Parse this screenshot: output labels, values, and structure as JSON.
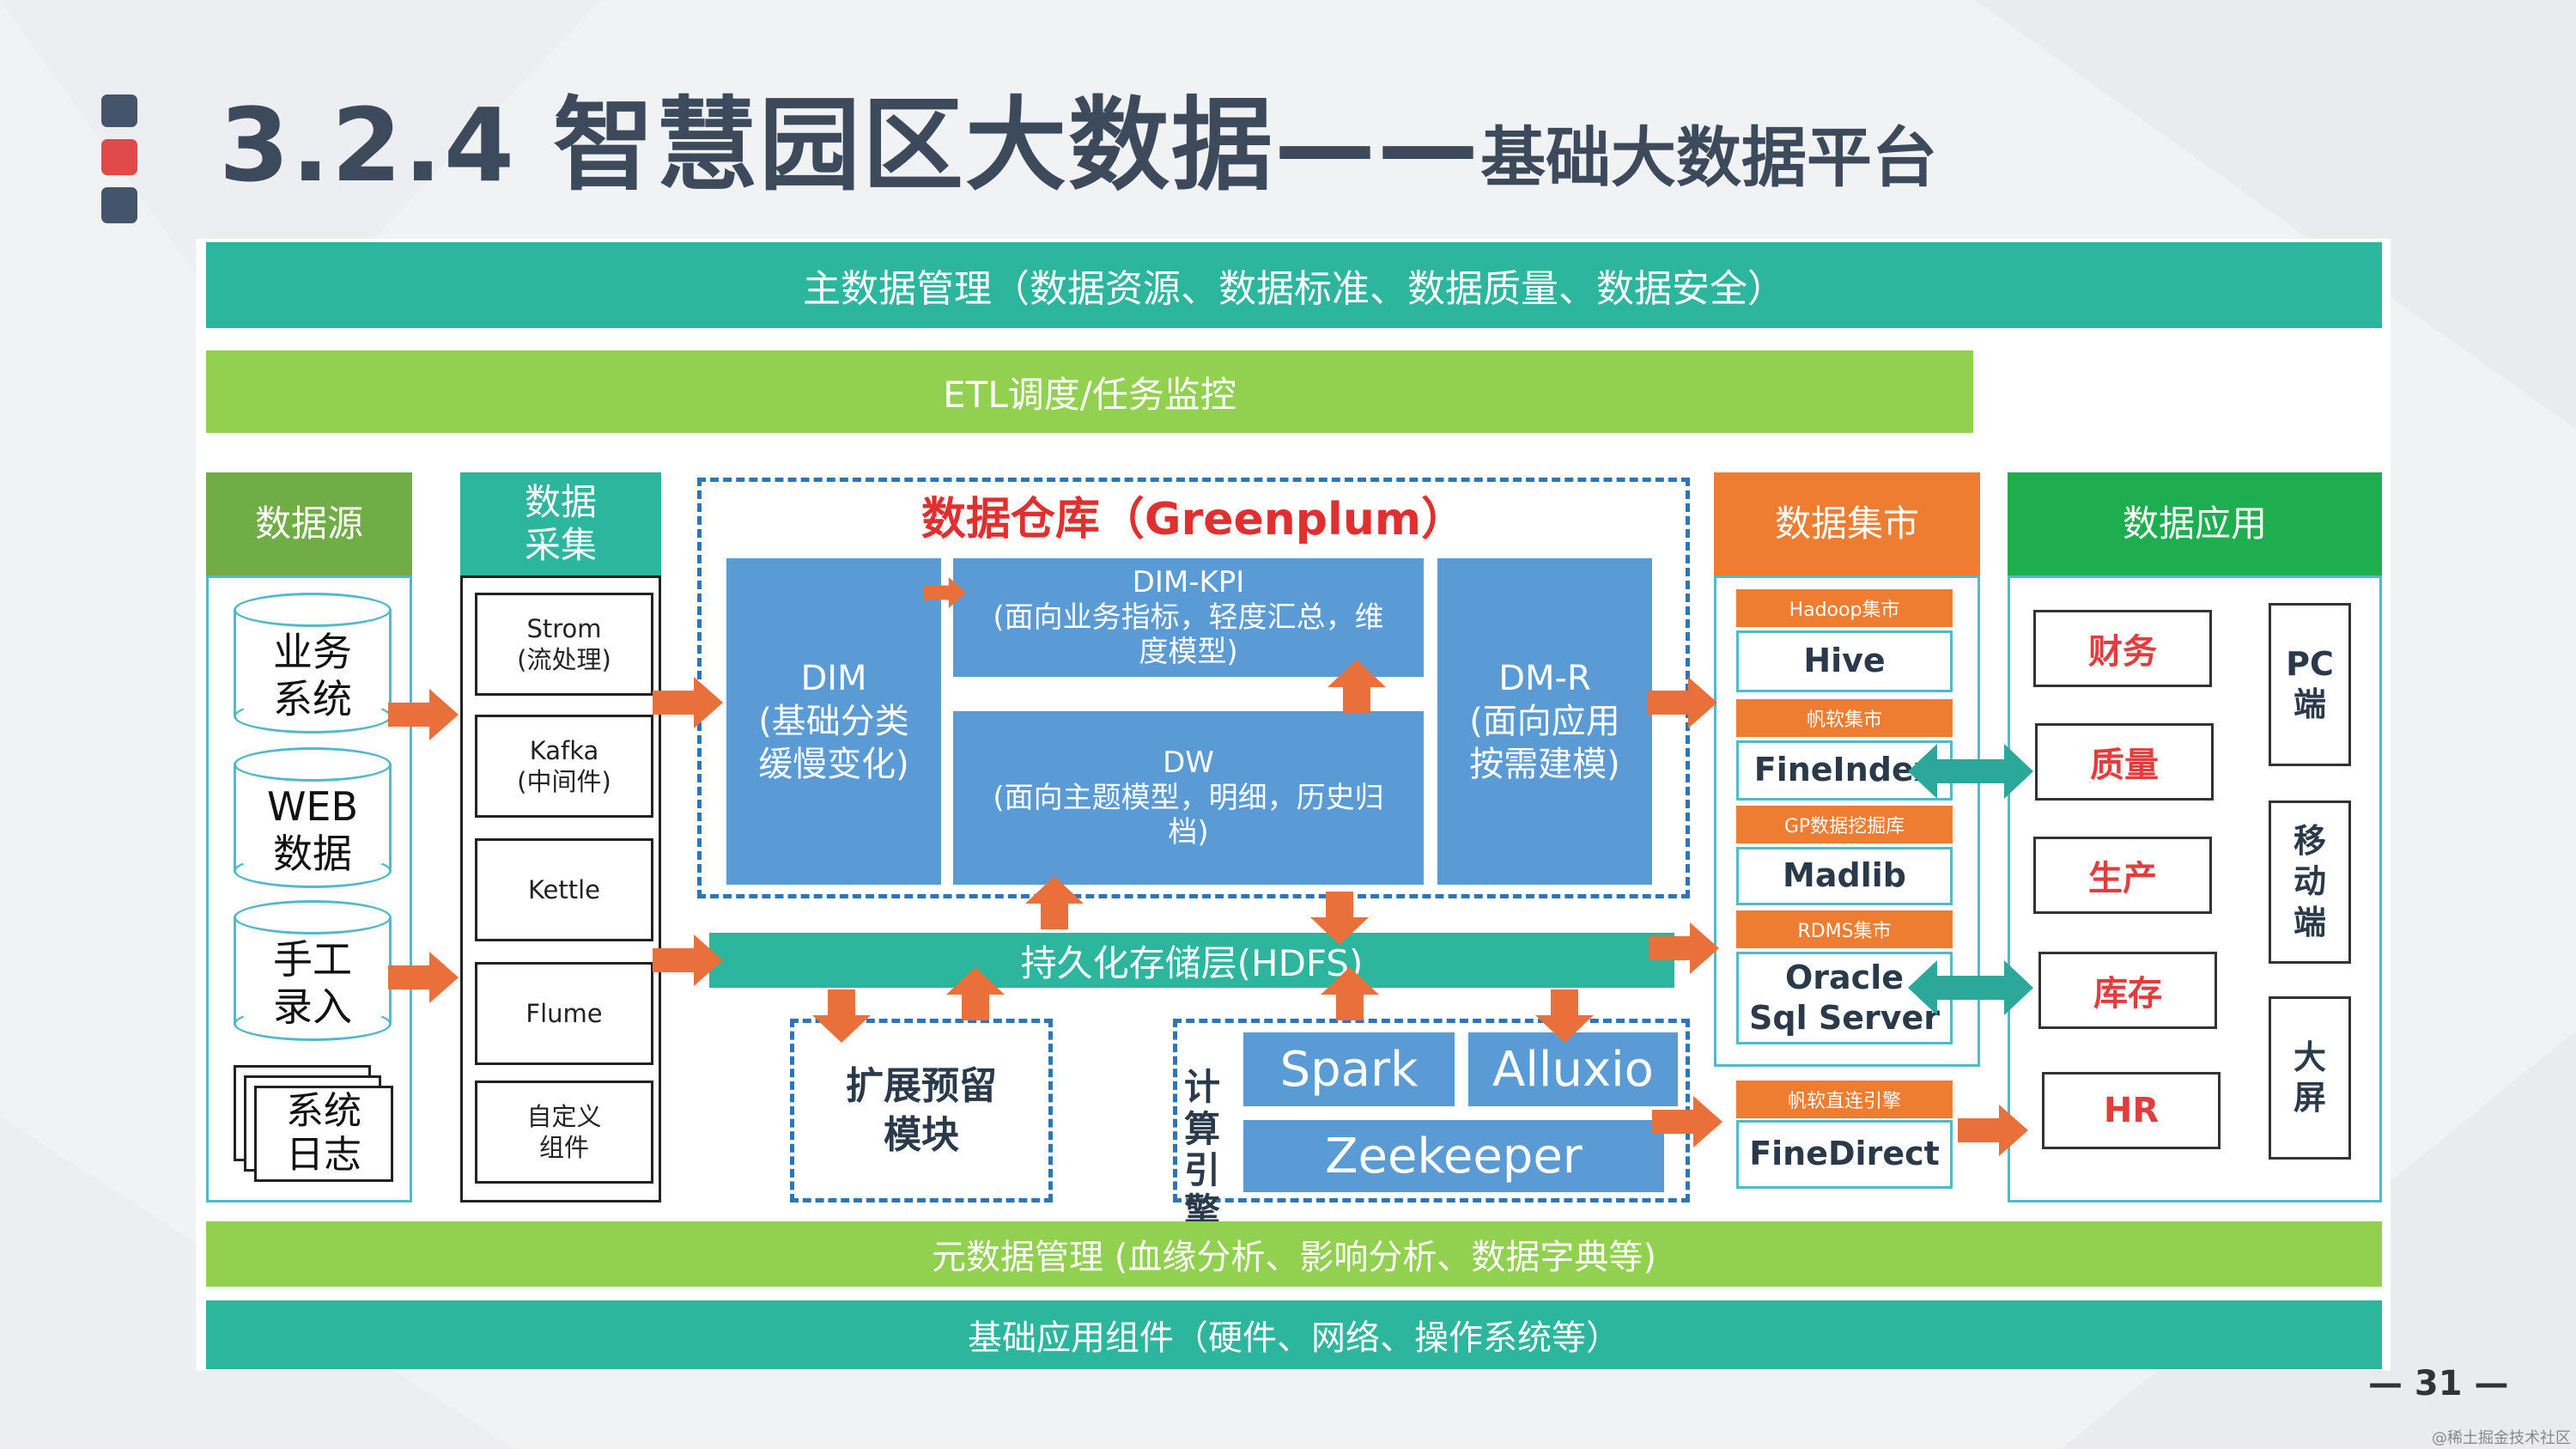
{
  "title": {
    "main": "3.2.4  智慧园区大数据——",
    "sub": "基础大数据平台"
  },
  "bars": {
    "master_data": "主数据管理（数据资源、数据标准、数据质量、数据安全）",
    "etl": "ETL调度/任务监控",
    "hdfs": "持久化存储层(HDFS)",
    "metadata": "元数据管理 (血缘分析、影响分析、数据字典等)",
    "base_components": "基础应用组件（硬件、网络、操作系统等）"
  },
  "sources": {
    "header": "数据源",
    "items": [
      "业务\n系统",
      "WEB\n数据",
      "手工\n录入"
    ],
    "log": "系统\n日志"
  },
  "collection": {
    "header": "数据\n采集",
    "tools": [
      "Strom\n(流处理)",
      "Kafka\n(中间件)",
      "Kettle",
      "Flume",
      "自定义\n组件"
    ]
  },
  "warehouse": {
    "title": "数据仓库（Greenplum）",
    "dim": "DIM\n(基础分类\n缓慢变化)",
    "dim_kpi": "DIM-KPI\n(面向业务指标，轻度汇总，维\n度模型)",
    "dw": "DW\n(面向主题模型，明细，历史归\n档)",
    "dmr": "DM-R\n(面向应用\n按需建模)"
  },
  "reserve": "扩展预留\n模块",
  "compute": {
    "label": "计\n算\n引\n擎",
    "spark": "Spark",
    "alluxio": "Alluxio",
    "zeekeeper": "Zeekeeper"
  },
  "mart": {
    "header": "数据集市",
    "items": [
      {
        "tag": "Hadoop集市",
        "name": "Hive"
      },
      {
        "tag": "帆软集市",
        "name": "FineIndex"
      },
      {
        "tag": "GP数据挖掘库",
        "name": "Madlib"
      },
      {
        "tag": "RDMS集市",
        "name": "Oracle\nSql Server"
      },
      {
        "tag": "帆软直连引擎",
        "name": "FineDirect"
      }
    ]
  },
  "apps": {
    "header": "数据应用",
    "items": [
      "财务",
      "质量",
      "生产",
      "库存",
      "HR"
    ],
    "terminals": [
      "PC\n端",
      "移\n动\n端",
      "大\n屏"
    ]
  },
  "page_number": "— 31 —",
  "watermark": "@稀土掘金技术社区",
  "colors": {
    "teal": "#2bb69d",
    "green": "#92d050",
    "blue": "#5b9bd5",
    "orange": "#ef7d31",
    "app_green": "#1fae4f",
    "source_green": "#70ad47",
    "red_text": "#e23d3d"
  }
}
